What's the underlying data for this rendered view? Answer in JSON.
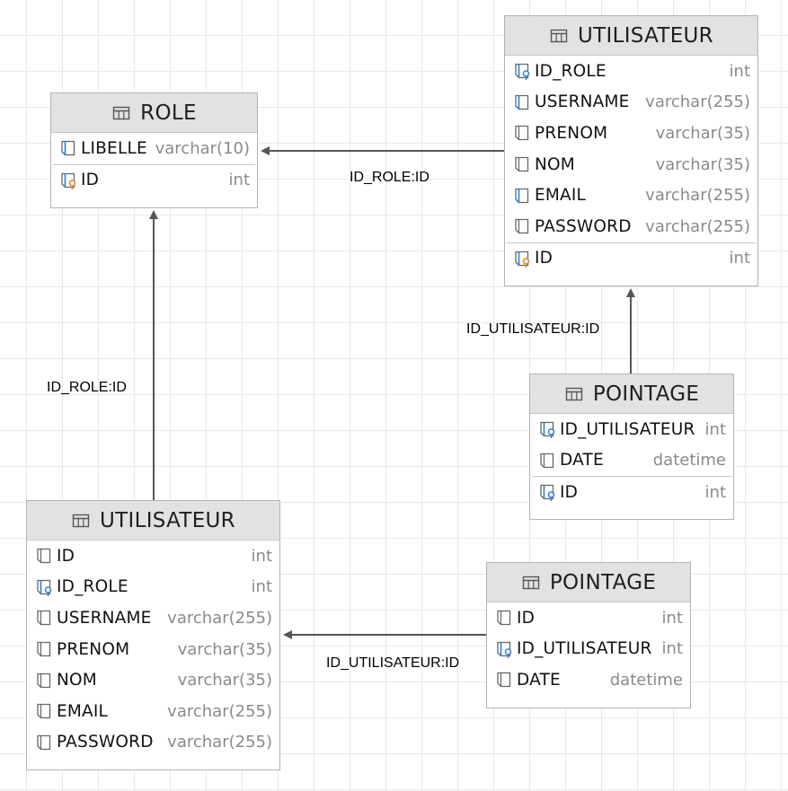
{
  "diagram": {
    "tables": [
      {
        "key": "role",
        "name": "ROLE",
        "columns": [
          {
            "name": "LIBELLE",
            "type": "varchar(10)",
            "icon": "column-fk-icon"
          }
        ],
        "key_columns": [
          {
            "name": "ID",
            "type": "int",
            "icon": "primary-key-icon"
          }
        ]
      },
      {
        "key": "utilisateur_top",
        "name": "UTILISATEUR",
        "columns": [
          {
            "name": "ID_ROLE",
            "type": "int",
            "icon": "foreign-key-icon"
          },
          {
            "name": "USERNAME",
            "type": "varchar(255)",
            "icon": "column-fk-icon"
          },
          {
            "name": "PRENOM",
            "type": "varchar(35)",
            "icon": "column-icon"
          },
          {
            "name": "NOM",
            "type": "varchar(35)",
            "icon": "column-icon"
          },
          {
            "name": "EMAIL",
            "type": "varchar(255)",
            "icon": "column-fk-icon"
          },
          {
            "name": "PASSWORD",
            "type": "varchar(255)",
            "icon": "column-icon"
          }
        ],
        "key_columns": [
          {
            "name": "ID",
            "type": "int",
            "icon": "primary-key-icon"
          }
        ]
      },
      {
        "key": "pointage_top",
        "name": "POINTAGE",
        "columns": [
          {
            "name": "ID_UTILISATEUR",
            "type": "int",
            "icon": "foreign-key-icon"
          },
          {
            "name": "DATE",
            "type": "datetime",
            "icon": "column-icon"
          }
        ],
        "key_columns": [
          {
            "name": "ID",
            "type": "int",
            "icon": "primary-key-blue-icon"
          }
        ]
      },
      {
        "key": "utilisateur_bottom",
        "name": "UTILISATEUR",
        "columns": [
          {
            "name": "ID",
            "type": "int",
            "icon": "column-icon"
          },
          {
            "name": "ID_ROLE",
            "type": "int",
            "icon": "foreign-key-icon"
          },
          {
            "name": "USERNAME",
            "type": "varchar(255)",
            "icon": "column-icon"
          },
          {
            "name": "PRENOM",
            "type": "varchar(35)",
            "icon": "column-icon"
          },
          {
            "name": "NOM",
            "type": "varchar(35)",
            "icon": "column-icon"
          },
          {
            "name": "EMAIL",
            "type": "varchar(255)",
            "icon": "column-icon"
          },
          {
            "name": "PASSWORD",
            "type": "varchar(255)",
            "icon": "column-icon"
          }
        ],
        "key_columns": []
      },
      {
        "key": "pointage_bottom",
        "name": "POINTAGE",
        "columns": [
          {
            "name": "ID",
            "type": "int",
            "icon": "column-icon"
          },
          {
            "name": "ID_UTILISATEUR",
            "type": "int",
            "icon": "foreign-key-icon"
          },
          {
            "name": "DATE",
            "type": "datetime",
            "icon": "column-icon"
          }
        ],
        "key_columns": []
      }
    ],
    "edges": [
      {
        "key": "e1",
        "label": "ID_ROLE:ID",
        "from": "utilisateur_top",
        "to": "role"
      },
      {
        "key": "e2",
        "label": "ID_UTILISATEUR:ID",
        "from": "pointage_top",
        "to": "utilisateur_top"
      },
      {
        "key": "e3",
        "label": "ID_ROLE:ID",
        "from": "utilisateur_bottom",
        "to": "role"
      },
      {
        "key": "e4",
        "label": "ID_UTILISATEUR:ID",
        "from": "pointage_bottom",
        "to": "utilisateur_bottom"
      }
    ],
    "colors": {
      "header_bg": "#e2e2e2",
      "border": "#b3b3b3",
      "type_text": "#8a8a8a",
      "edge": "#555555",
      "fk_marker": "#2f7fd6",
      "pk_marker": "#e08a1e"
    }
  }
}
